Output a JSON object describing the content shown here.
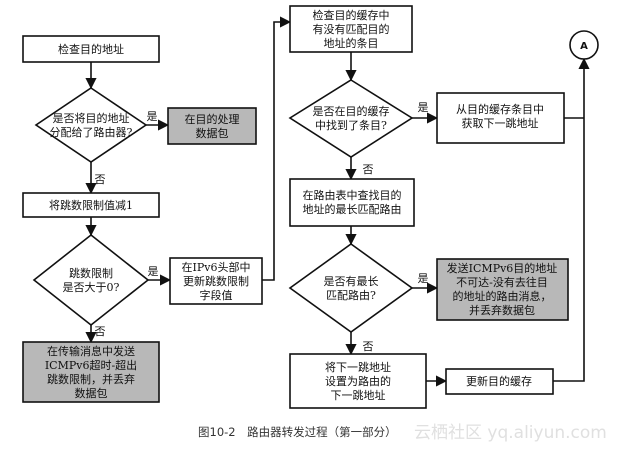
{
  "nodes": {
    "n1": [
      "检查目的地址"
    ],
    "n2": [
      "是否将目的地址",
      "分配给了路由器?"
    ],
    "n3": [
      "在目的处理",
      "数据包"
    ],
    "n4": [
      "将跳数限制值减1"
    ],
    "n5": [
      "跳数限制",
      "是否大于0?"
    ],
    "n6": [
      "在IPv6头部中",
      "更新跳数限制",
      "字段值"
    ],
    "n7": [
      "在传输消息中发送",
      "ICMPv6超时-超出",
      "跳数限制，并丢弃",
      "数据包"
    ],
    "n8": [
      "检查目的缓存中",
      "有没有匹配目的",
      "地址的条目"
    ],
    "n9": [
      "是否在目的缓存",
      "中找到了条目?"
    ],
    "n10": [
      "从目的缓存条目中",
      "获取下一跳地址"
    ],
    "n11": [
      "在路由表中查找目的",
      "地址的最长匹配路由"
    ],
    "n12": [
      "是否有最长",
      "匹配路由?"
    ],
    "n13": [
      "发送ICMPv6目的地址",
      "不可达-没有去往目",
      "的地址的路由消息，",
      "并丢弃数据包"
    ],
    "n14": [
      "将下一跳地址",
      "设置为路由的",
      "下一跳地址"
    ],
    "n15": [
      "更新目的缓存"
    ]
  },
  "connector": "A",
  "labels": {
    "yes": "是",
    "no": "否"
  },
  "caption": "图10-2　路由器转发过程（第一部分）",
  "watermark": "云栖社区 yq.aliyun.com",
  "colors": {
    "gray_fill": "#b8b8b8",
    "stroke": "#111111"
  }
}
